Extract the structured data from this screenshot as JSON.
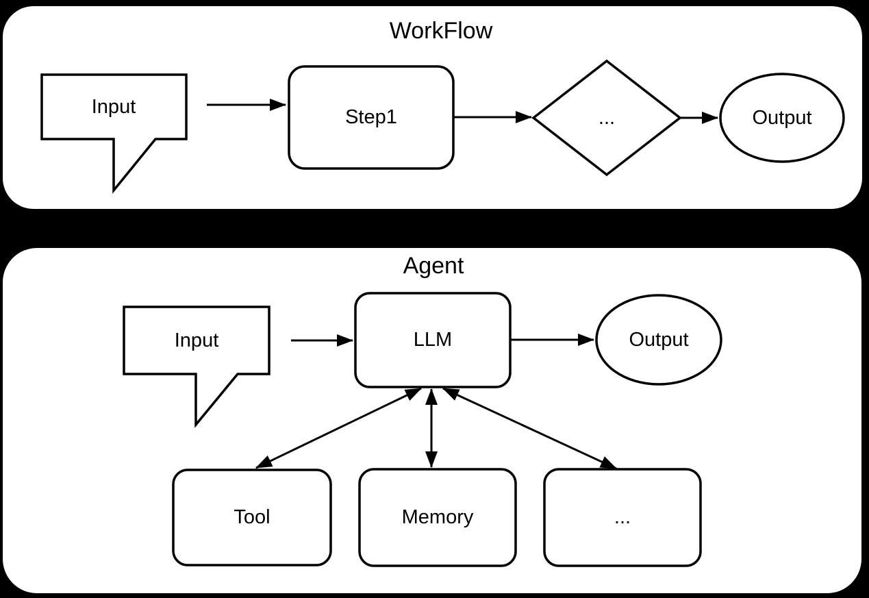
{
  "colors": {
    "background": "#000000",
    "panel_fill": "#ffffff",
    "stroke": "#000000",
    "text": "#000000"
  },
  "workflow": {
    "title": "WorkFlow",
    "input_label": "Input",
    "step1_label": "Step1",
    "decision_label": "...",
    "output_label": "Output"
  },
  "agent": {
    "title": "Agent",
    "input_label": "Input",
    "llm_label": "LLM",
    "output_label": "Output",
    "tool_label": "Tool",
    "memory_label": "Memory",
    "more_label": "..."
  }
}
